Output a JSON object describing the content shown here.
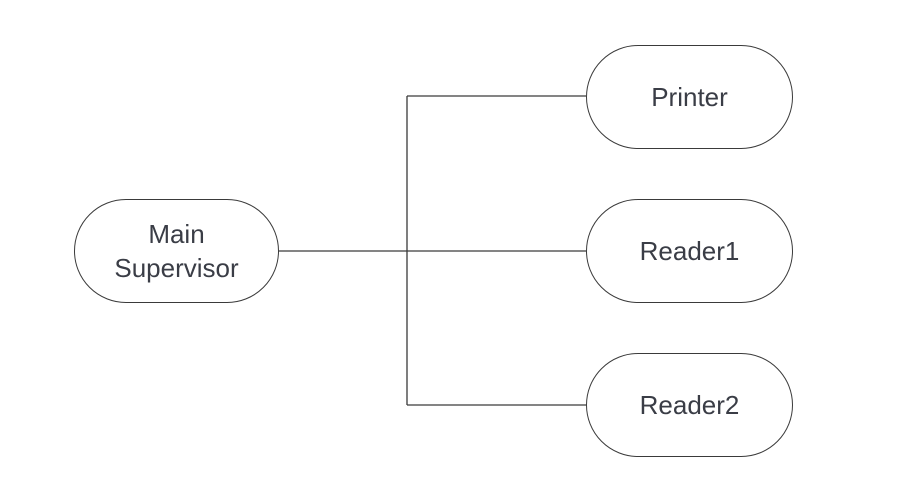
{
  "diagram": {
    "nodes": {
      "supervisor": {
        "line1": "Main",
        "line2": "Supervisor"
      },
      "printer": {
        "label": "Printer"
      },
      "reader1": {
        "label": "Reader1"
      },
      "reader2": {
        "label": "Reader2"
      }
    },
    "edges": [
      {
        "from": "Main Supervisor",
        "to": "Printer"
      },
      {
        "from": "Main Supervisor",
        "to": "Reader1"
      },
      {
        "from": "Main Supervisor",
        "to": "Reader2"
      }
    ]
  }
}
